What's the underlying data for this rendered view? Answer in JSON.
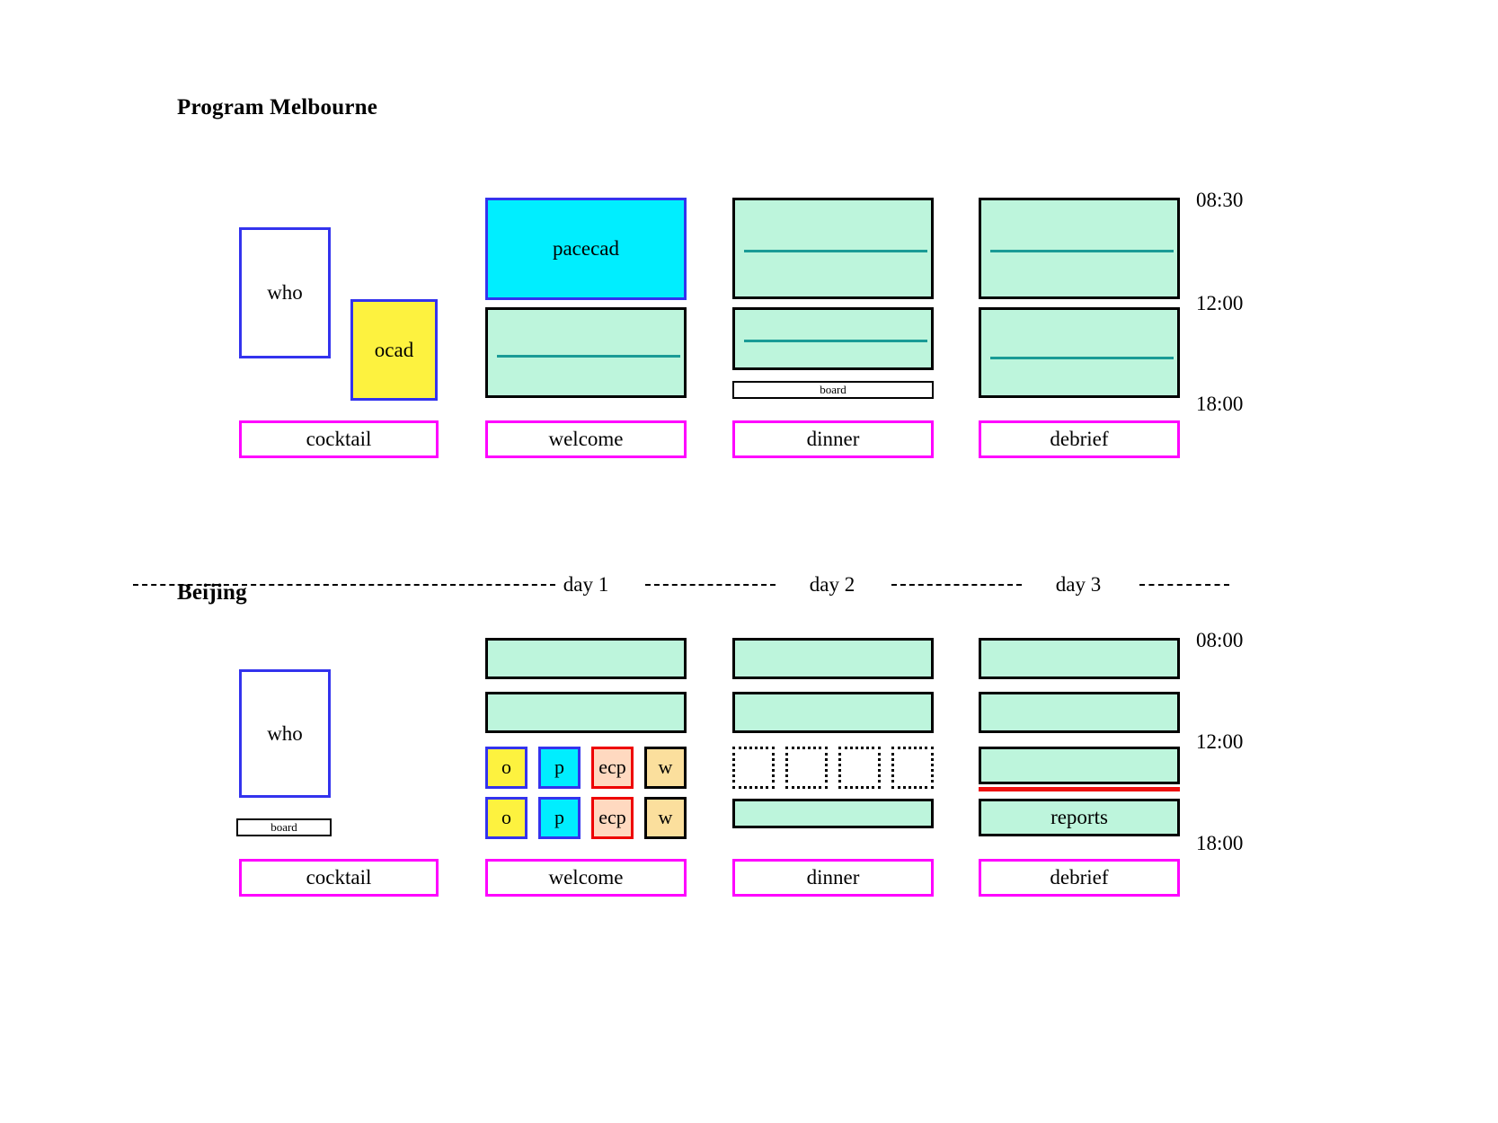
{
  "page": {
    "background": "#ffffff",
    "accent_blue": "#3333ee",
    "accent_magenta": "#ff00ff",
    "accent_red": "#ee0000",
    "accent_teal": "#1a9b96",
    "fill_green": "#bdf5dc",
    "fill_yellow": "#fdf23f",
    "fill_cyan": "#00eeff",
    "fill_peach": "#ffd9c0",
    "fill_tan": "#fbdf9d"
  },
  "melbourne": {
    "title": "Program Melbourne",
    "times": [
      "08:30",
      "12:00",
      "18:00"
    ],
    "blocks": {
      "who": "who",
      "ocad": "ocad",
      "pacecad": "pacecad",
      "board": "board"
    },
    "footers": [
      "cocktail",
      "welcome",
      "dinner",
      "debrief"
    ]
  },
  "separator": {
    "days": [
      "day 1",
      "day 2",
      "day 3"
    ]
  },
  "beijing": {
    "title": "Beijing",
    "times": [
      "08:00",
      "12:00",
      "18:00"
    ],
    "blocks": {
      "who": "who",
      "board": "board",
      "reports": "reports"
    },
    "day1_row1": [
      "o",
      "p",
      "ecp",
      "w"
    ],
    "day1_row2": [
      "o",
      "p",
      "ecp",
      "w"
    ],
    "footers": [
      "cocktail",
      "welcome",
      "dinner",
      "debrief"
    ]
  }
}
